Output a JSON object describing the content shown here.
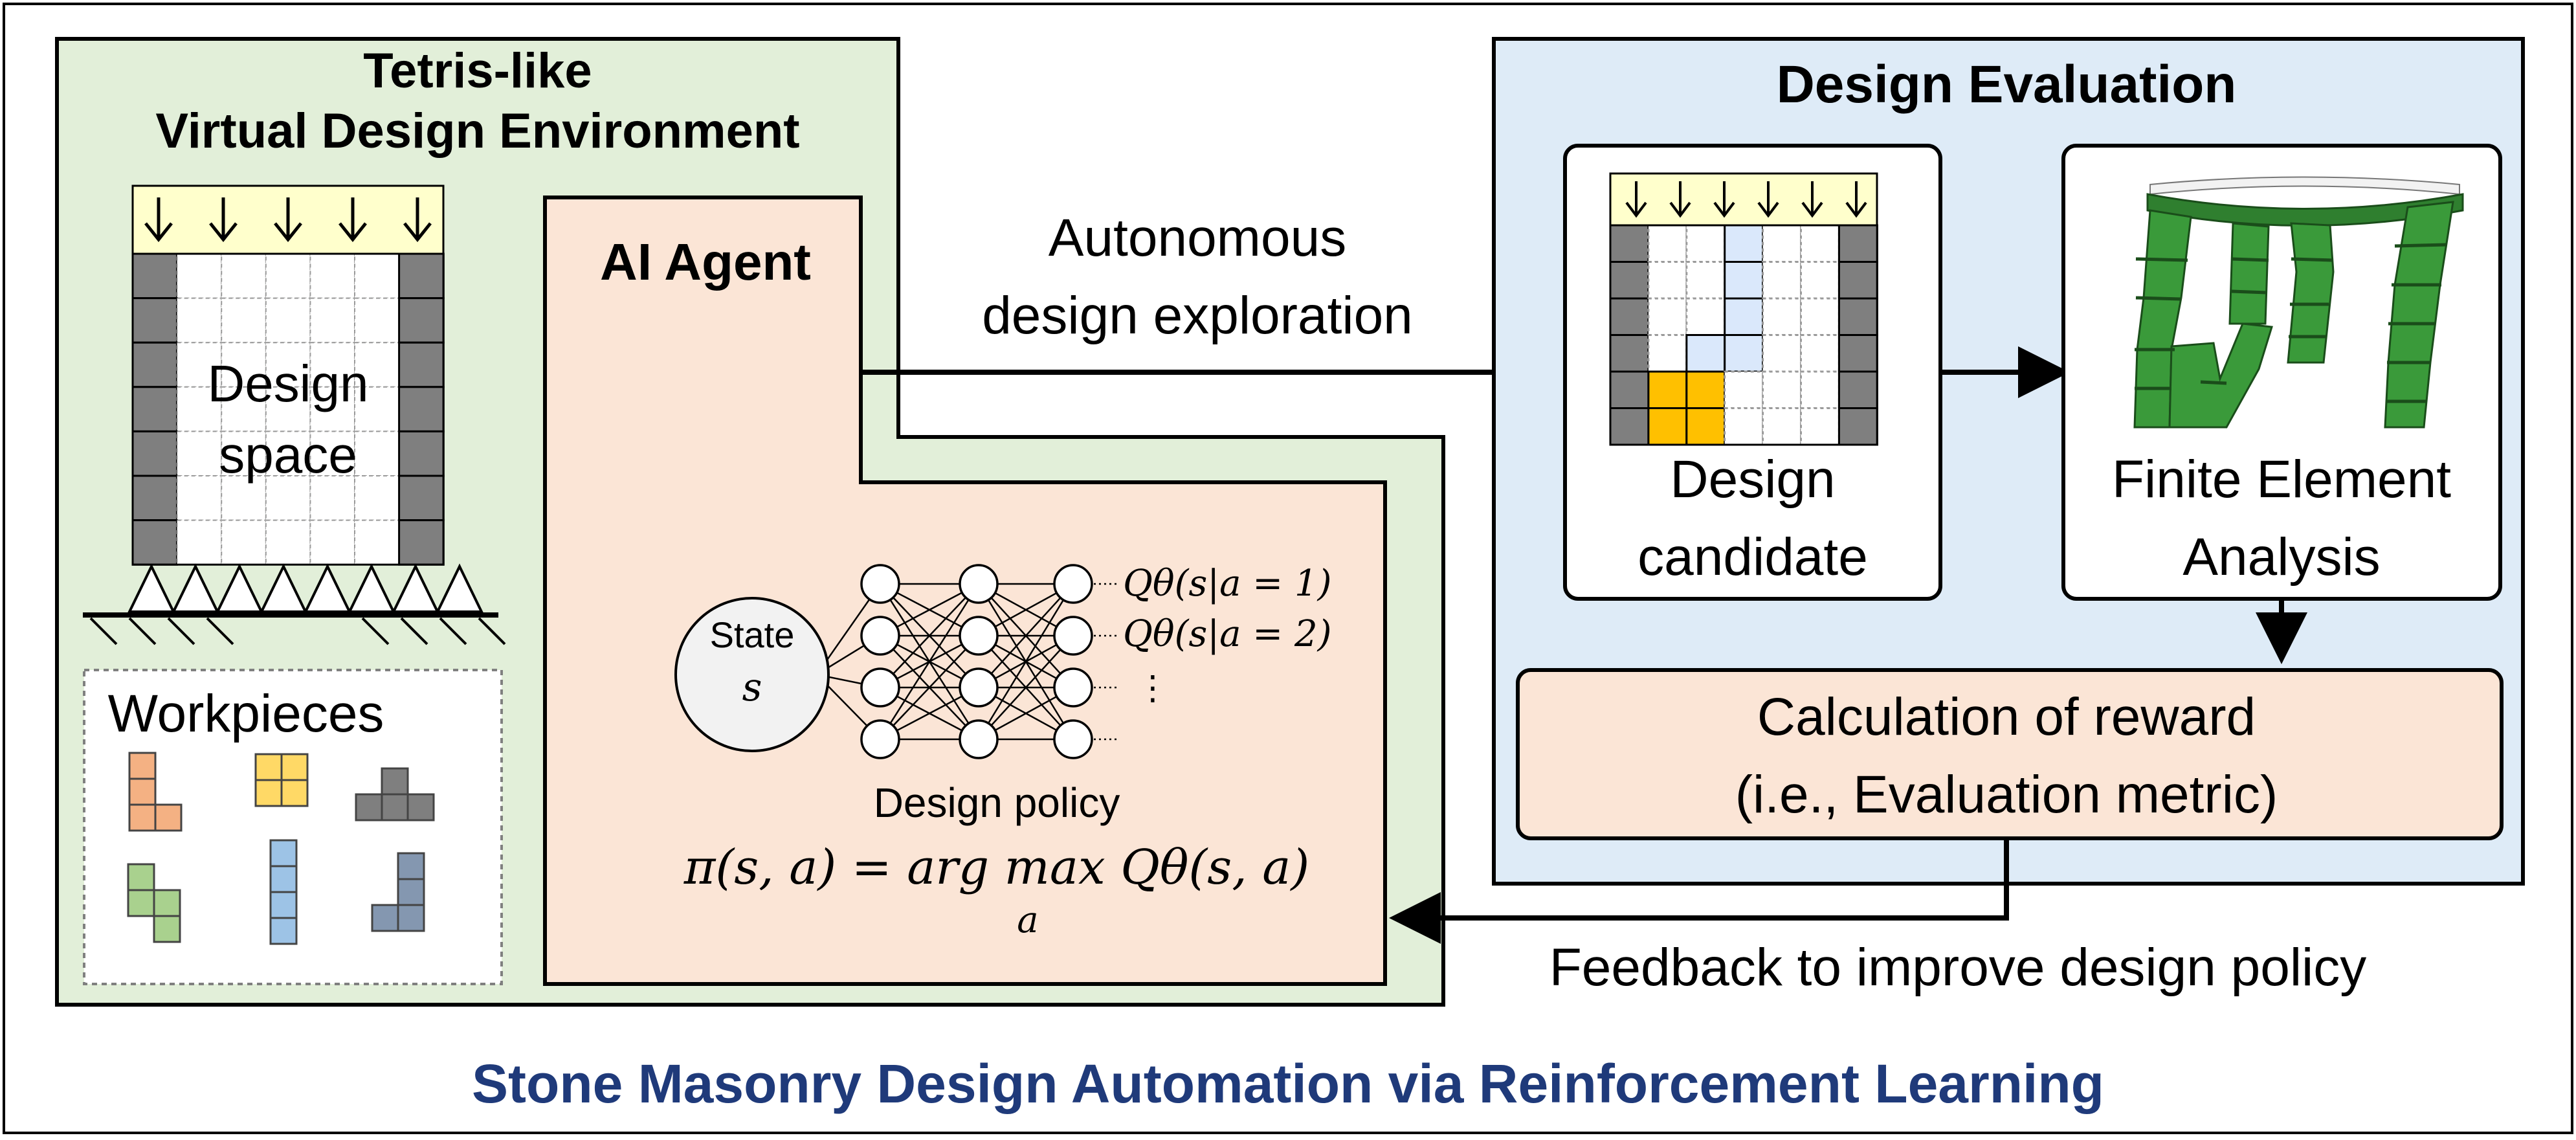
{
  "left_panel": {
    "title_line1": "Tetris-like",
    "title_line2": "Virtual Design Environment",
    "design_space_line1": "Design",
    "design_space_line2": "space",
    "workpieces_label": "Workpieces"
  },
  "agent_panel": {
    "title": "AI Agent",
    "state_label": "State",
    "state_symbol": "s",
    "q_outputs": [
      "Qθ(s|a = 1)",
      "Qθ(s|a = 2)",
      "⋮"
    ],
    "policy_label": "Design policy",
    "policy_formula": "π(s, a) = arg max Qθ(s, a)",
    "policy_sub": "a"
  },
  "exploration": {
    "line1": "Autonomous",
    "line2": "design exploration"
  },
  "evaluation_panel": {
    "title": "Design Evaluation",
    "candidate_line1": "Design",
    "candidate_line2": "candidate",
    "fea_line1": "Finite Element",
    "fea_line2": "Analysis",
    "reward_line1": "Calculation of reward",
    "reward_line2": "(i.e., Evaluation metric)"
  },
  "feedback_label": "Feedback to improve design policy",
  "caption": "Stone Masonry Design Automation via Reinforcement Learning",
  "colors": {
    "green_panel": "#e2efd9",
    "blue_panel": "#deebf7",
    "peach_panel": "#fbe5d6",
    "caption_blue": "#1f3a7a",
    "wall_gray": "#7f7f7f",
    "load_yellow": "#ffffcc",
    "piece_orange": "#f4b183",
    "piece_yellow": "#ffd966",
    "piece_green": "#a9d18e",
    "piece_blue": "#9dc3e6",
    "piece_slate": "#8497b0",
    "candidate_gold": "#ffc000",
    "candidate_blue": "#dae8fb",
    "fea_green": "#3a9a3a"
  }
}
